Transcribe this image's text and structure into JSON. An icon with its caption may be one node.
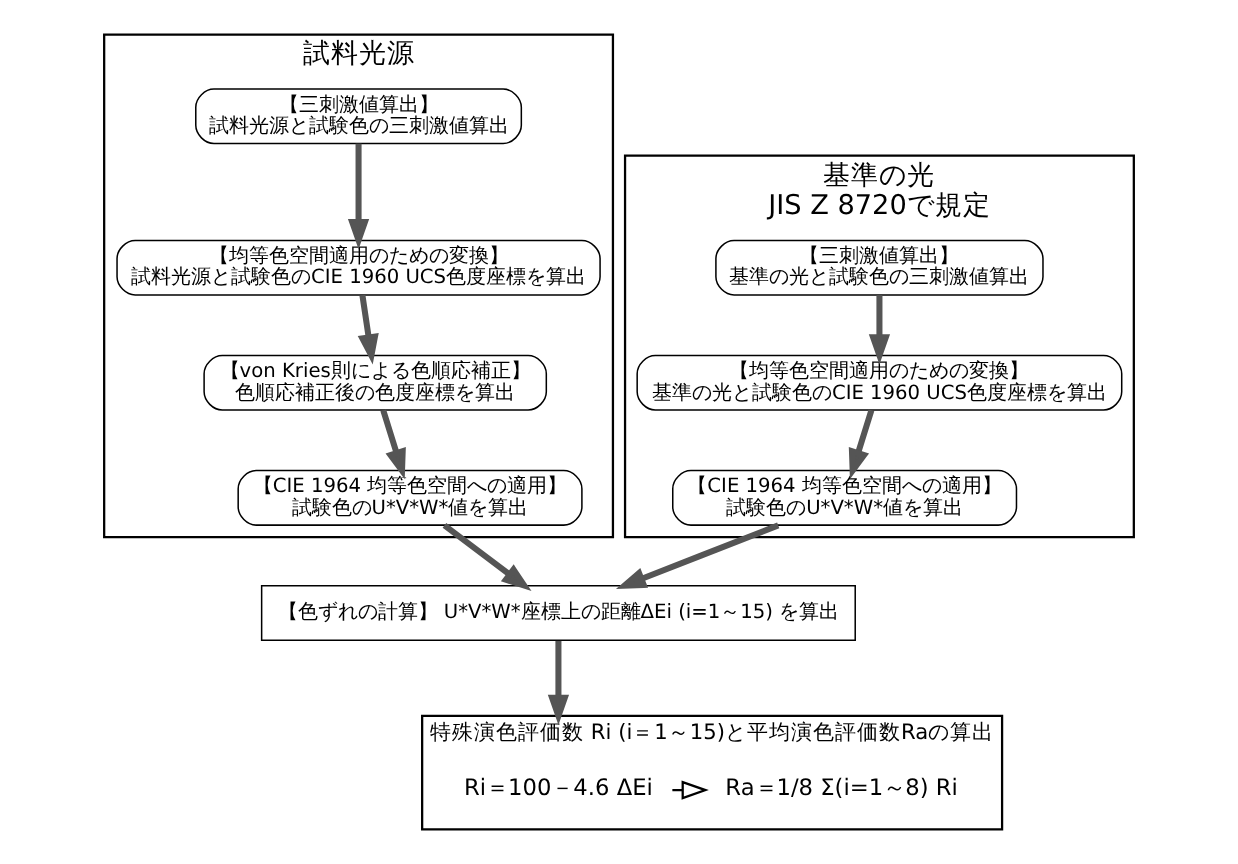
{
  "diagram": {
    "nodes": [
      {
        "text": [
          "試料光源"
        ]
      },
      {
        "text": [
          "【三刺激値算出】",
          "試料光源と試験色の三刺激値算出"
        ],
        "in": 0
      },
      {
        "text": [
          "【均等色空間適用のための変換】",
          "試料光源と試験色のCIE 1960 UCS色度座標を算出"
        ],
        "in": 0
      },
      {
        "text": [
          "【von Kries則による色順応補正】",
          "色順応補正後の色度座標を算出"
        ],
        "in": 0
      },
      {
        "text": [
          "【CIE 1964 均等色空間への適用】",
          "試験色のU*V*W*値を算出"
        ],
        "in": 0
      },
      {
        "text": [
          "基準の光",
          "JIS Z 8720で規定"
        ]
      },
      {
        "text": [
          "【三刺激値算出】",
          "基準の光と試験色の三刺激値算出"
        ],
        "in": 5
      },
      {
        "text": [
          "【均等色空間適用のための変換】",
          "基準の光と試験色のCIE 1960 UCS色度座標を算出"
        ],
        "in": 5
      },
      {
        "text": [
          "【CIE 1964 均等色空間への適用】",
          "試験色のU*V*W*値を算出"
        ],
        "in": 5
      },
      {
        "text": [
          "【色ずれの計算】 U*V*W*座標上の距離ΔEi (i=1～15) を算出"
        ]
      },
      {
        "text": [
          "特殊演色評価数 Ri (i＝1～15)と平均演色評価数Raの算出"
        ]
      },
      {
        "text": [
          "Ri＝100－4.6 ΔEi"
        ],
        "in": 10
      },
      {
        "text": [
          "Ra＝1/8 Σ(i=1～8) Ri"
        ],
        "in": 10
      }
    ],
    "edges": [
      {
        "from": 1,
        "to": 2,
        "arrow": "to"
      },
      {
        "from": 2,
        "to": 3,
        "arrow": "to"
      },
      {
        "from": 3,
        "to": 4,
        "arrow": "to"
      },
      {
        "from": 6,
        "to": 7,
        "arrow": "to"
      },
      {
        "from": 7,
        "to": 8,
        "arrow": "to"
      },
      {
        "from": 4,
        "to": 9,
        "arrow": "to"
      },
      {
        "from": 8,
        "to": 9,
        "arrow": "to"
      },
      {
        "from": 9,
        "to": 10,
        "arrow": "to"
      },
      {
        "from": 11,
        "to": 12,
        "arrow": "to",
        "color": "#000000"
      }
    ]
  }
}
